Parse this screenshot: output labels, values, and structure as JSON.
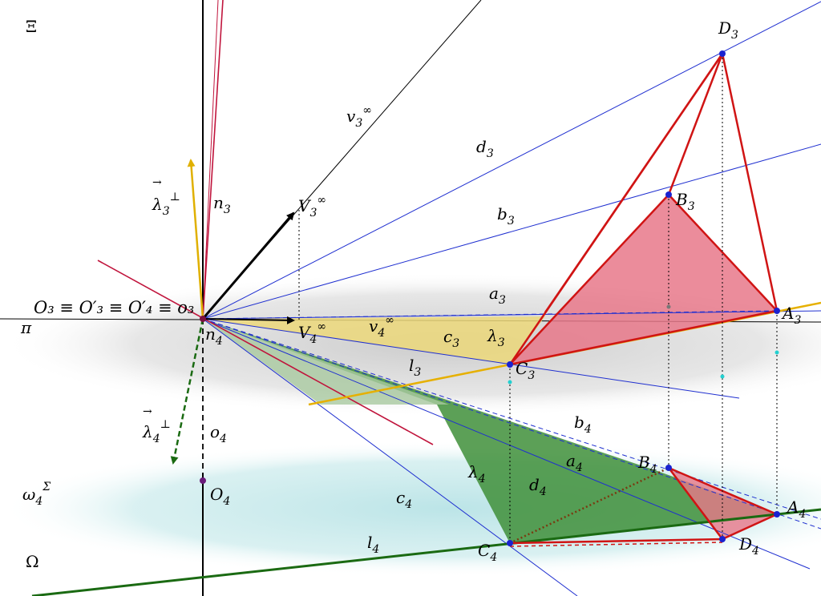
{
  "colors": {
    "blue": "#1f2fd0",
    "red": "#d01414",
    "crimson": "#c0143c",
    "yellow": "#e6b800",
    "yellow_fill": "#ecd87a",
    "green_fill": "#3f8f3a",
    "pink_fill": "#e8788a",
    "cyan_plane": "#bfe6e8",
    "gray_plane": "#d6d6d6",
    "dark_green": "#1a6a12"
  },
  "planes": {
    "xi": "Ξ",
    "pi": "π",
    "omega": "Ω"
  },
  "labels": {
    "D3": {
      "base": "D",
      "sub": "3"
    },
    "B3": {
      "base": "B",
      "sub": "3"
    },
    "A3": {
      "base": "A",
      "sub": "3"
    },
    "C3": {
      "base": "C",
      "sub": "3"
    },
    "B4": {
      "base": "B",
      "sub": "4"
    },
    "A4": {
      "base": "A",
      "sub": "4"
    },
    "C4": {
      "base": "C",
      "sub": "4"
    },
    "D4": {
      "base": "D",
      "sub": "4"
    },
    "O4": {
      "base": "O",
      "sub": "4"
    },
    "d3": {
      "base": "d",
      "sub": "3"
    },
    "b3": {
      "base": "b",
      "sub": "3"
    },
    "a3": {
      "base": "a",
      "sub": "3"
    },
    "c3": {
      "base": "c",
      "sub": "3"
    },
    "l3": {
      "base": "l",
      "sub": "3"
    },
    "n3": {
      "base": "n",
      "sub": "3"
    },
    "n4": {
      "base": "n",
      "sub": "4"
    },
    "o4": {
      "base": "o",
      "sub": "4"
    },
    "b4": {
      "base": "b",
      "sub": "4"
    },
    "a4": {
      "base": "a",
      "sub": "4"
    },
    "d4": {
      "base": "d",
      "sub": "4"
    },
    "c4": {
      "base": "c",
      "sub": "4"
    },
    "l4": {
      "base": "l",
      "sub": "4"
    },
    "lambda3": {
      "base": "λ",
      "sub": "3"
    },
    "lambda4": {
      "base": "λ",
      "sub": "4"
    },
    "v3inf": {
      "base": "v",
      "sub": "3",
      "sup": "∞"
    },
    "v4inf": {
      "base": "v",
      "sub": "4",
      "sup": "∞"
    },
    "V3inf": {
      "base": "V",
      "sub": "3",
      "sup": "∞"
    },
    "V4inf": {
      "base": "V",
      "sub": "4",
      "sup": "∞"
    },
    "lam3perp": {
      "base": "λ",
      "sub": "3",
      "sup": "⊥",
      "arrow": "→"
    },
    "lam4perp": {
      "base": "λ",
      "sub": "4",
      "sup": "⊥",
      "arrow": "→"
    },
    "omega4sigma": {
      "base": "ω",
      "sub": "4",
      "sup": "Σ"
    },
    "origin": "O₃ ≡ O′₃ ≡ O′₄ ≡ o₃"
  }
}
